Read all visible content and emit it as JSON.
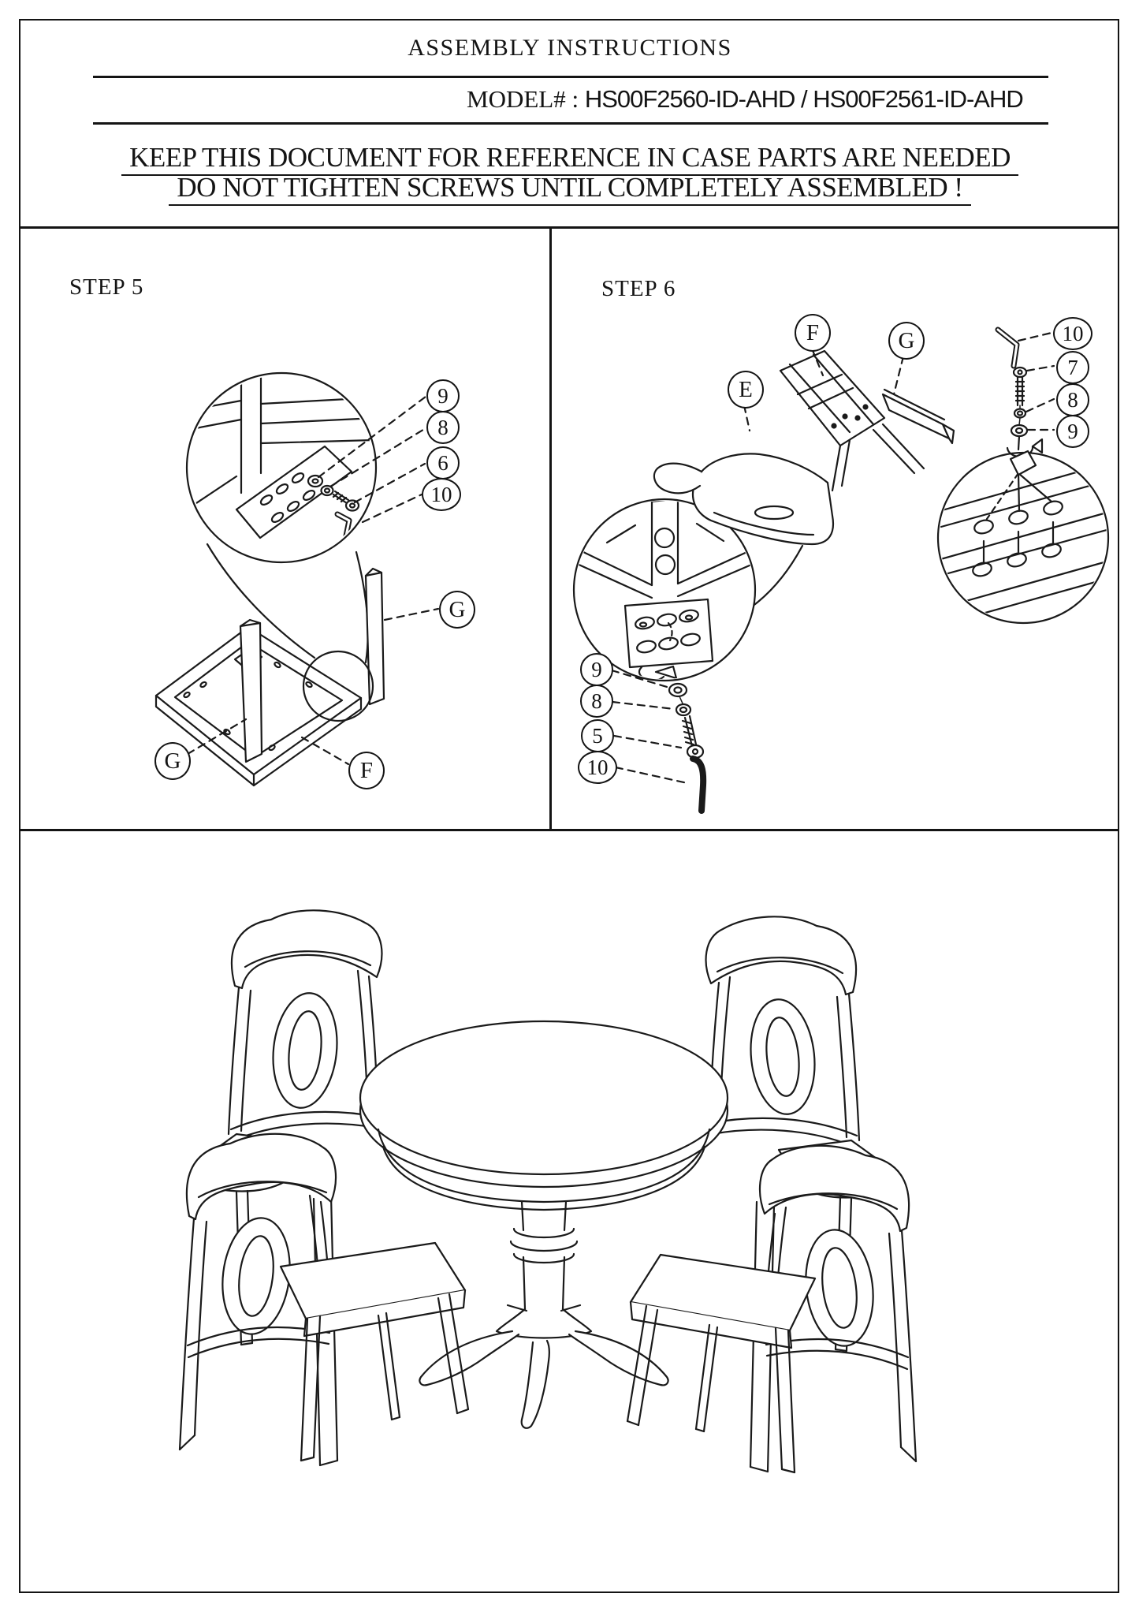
{
  "document": {
    "title": "ASSEMBLY INSTRUCTIONS",
    "model_label": "MODEL# :",
    "model_value": "HS00F2560-ID-AHD / HS00F2561-ID-AHD",
    "warning_line1": "KEEP THIS DOCUMENT FOR REFERENCE IN CASE PARTS ARE NEEDED",
    "warning_line2": "DO NOT TIGHTEN SCREWS UNTIL COMPLETELY ASSEMBLED !"
  },
  "step5": {
    "label": "STEP 5",
    "callouts": {
      "washer": "9",
      "lock_washer": "8",
      "screw": "6",
      "hex_key": "10",
      "leg_right": "G",
      "leg_left": "G",
      "seat_frame": "F"
    }
  },
  "step6": {
    "label": "STEP 6",
    "callouts": {
      "back_frame": "F",
      "leg": "G",
      "seat": "E",
      "hex_key_top": "10",
      "bolt_top": "7",
      "lock_washer_top": "8",
      "washer_top": "9",
      "washer_bottom": "9",
      "lock_washer_bottom": "8",
      "bolt_bottom": "5",
      "hex_key_bottom": "10"
    }
  }
}
